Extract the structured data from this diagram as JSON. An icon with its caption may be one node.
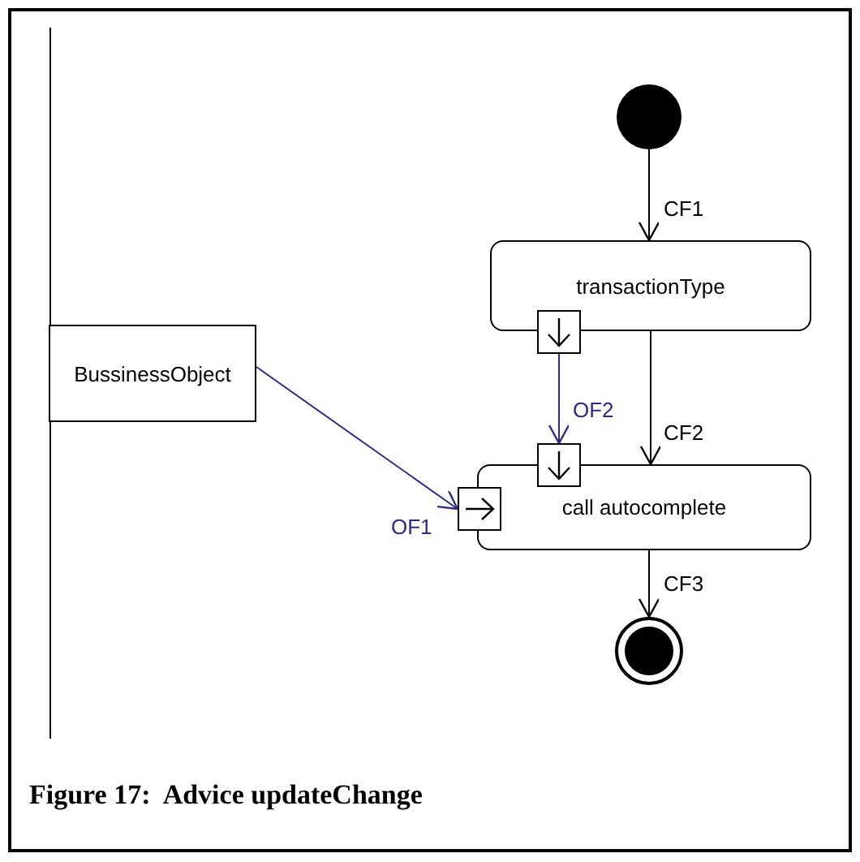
{
  "diagram": {
    "caption": "Figure 17:  Advice updateChange",
    "nodes": [
      {
        "text": [],
        "shape": "circle"
      },
      {
        "text": [
          "transactionType"
        ]
      },
      {
        "text": [],
        "shape": "box"
      },
      {
        "text": [
          "BussinessObject"
        ]
      },
      {
        "text": [
          "call autocomplete"
        ]
      },
      {
        "text": [],
        "shape": "box"
      },
      {
        "text": [],
        "shape": "box"
      },
      {
        "text": [],
        "shape": "circle"
      }
    ],
    "edges": [
      {
        "from": 0,
        "to": 1,
        "arrow": "to",
        "label": "CF1"
      },
      {
        "from": 1,
        "to": 4,
        "arrow": "to",
        "label": "CF2"
      },
      {
        "from": 2,
        "to": 5,
        "arrow": "to",
        "label": "OF2",
        "color": "#2b2b85"
      },
      {
        "from": 3,
        "to": 6,
        "arrow": "to",
        "label": "OF1",
        "color": "#2b2b85"
      },
      {
        "from": 4,
        "to": 7,
        "arrow": "to",
        "label": "CF3"
      }
    ]
  }
}
